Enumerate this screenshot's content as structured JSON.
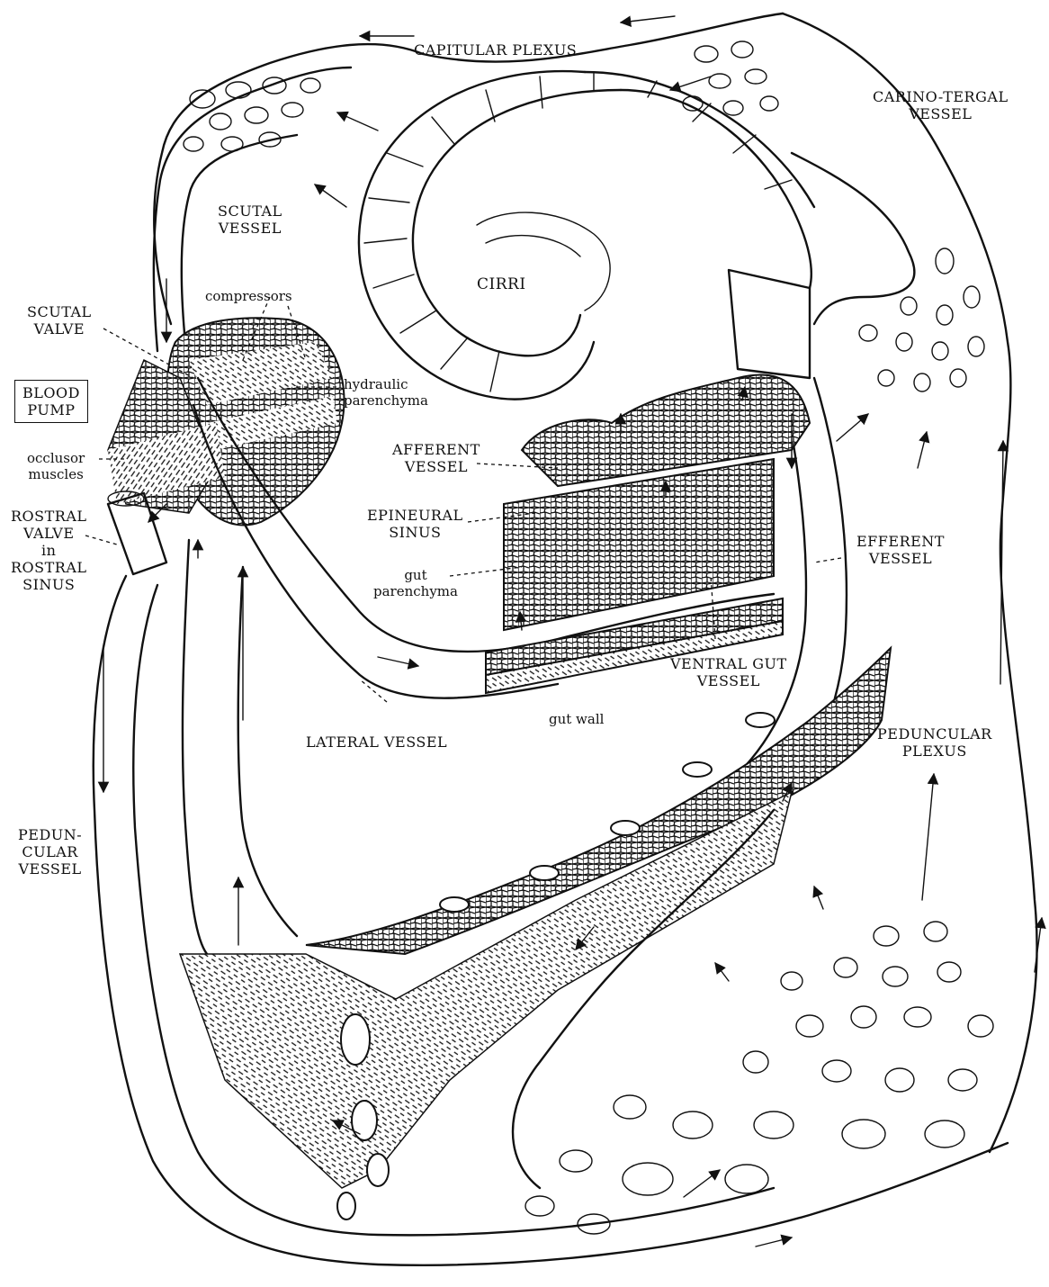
{
  "labels": {
    "capitular_plexus": "CAPITULAR PLEXUS",
    "carino_tergal_vessel_1": "CARINO-TERGAL",
    "carino_tergal_vessel_2": "VESSEL",
    "scutal_vessel_1": "SCUTAL",
    "scutal_vessel_2": "VESSEL",
    "cirri": "CIRRI",
    "compressors": "compressors",
    "scutal_valve_1": "SCUTAL",
    "scutal_valve_2": "VALVE",
    "hydraulic_parenchyma_1": "hydraulic",
    "hydraulic_parenchyma_2": "parenchyma",
    "blood_pump_1": "BLOOD",
    "blood_pump_2": "PUMP",
    "afferent_vessel_1": "AFFERENT",
    "afferent_vessel_2": "VESSEL",
    "occlusor_muscles_1": "occlusor",
    "occlusor_muscles_2": "muscles",
    "epineural_sinus_1": "EPINEURAL",
    "epineural_sinus_2": "SINUS",
    "rostral_valve_1": "ROSTRAL",
    "rostral_valve_2": "VALVE",
    "rostral_valve_3": "in",
    "rostral_valve_4": "ROSTRAL",
    "rostral_valve_5": "SINUS",
    "efferent_vessel_1": "EFFERENT",
    "efferent_vessel_2": "VESSEL",
    "gut_parenchyma_1": "gut",
    "gut_parenchyma_2": "parenchyma",
    "ventral_gut_vessel_1": "VENTRAL GUT",
    "ventral_gut_vessel_2": "VESSEL",
    "gut_wall": "gut wall",
    "lateral_vessel": "LATERAL VESSEL",
    "peduncular_plexus_1": "PEDUNCULAR",
    "peduncular_plexus_2": "PLEXUS",
    "peduncular_vessel_1": "PEDUN-",
    "peduncular_vessel_2": "CULAR",
    "peduncular_vessel_3": "VESSEL"
  }
}
